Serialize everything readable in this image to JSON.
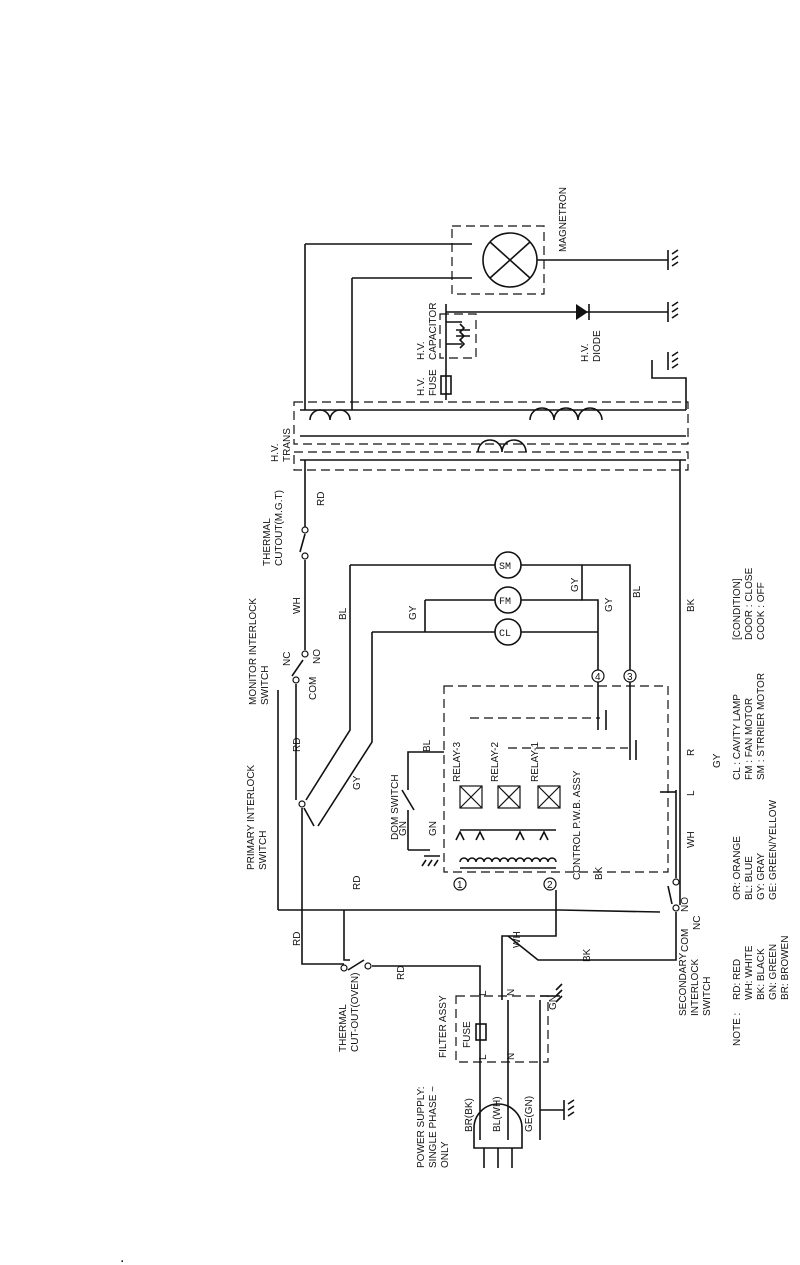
{
  "labels": {
    "magnetron": "MAGNETRON",
    "hv_capacitor": [
      "H.V.",
      "CAPACITOR"
    ],
    "hv_diode": [
      "H.V.",
      "DIODE"
    ],
    "hv_fuse": [
      "H.V.",
      "FUSE"
    ],
    "hv_trans": [
      "H.V.",
      "TRANS"
    ],
    "thermal_cutout_mgt": [
      "THERMAL",
      "CUTOUT(M.G.T)"
    ],
    "monitor_interlock": [
      "MONITOR INTERLOCK",
      "SWITCH"
    ],
    "primary_interlock": [
      "PRIMARY INTERLOCK",
      "SWITCH"
    ],
    "thermal_cutout_oven": [
      "THERMAL",
      "CUT-OUT(OVEN)"
    ],
    "filter_assy": "FILTER ASSY",
    "fuse": "FUSE",
    "power_supply": [
      "POWER SUPPLY:",
      "SINGLE PHASE ~",
      "ONLY"
    ],
    "dom_switch": "DOM SWITCH",
    "control_pwb": "CONTROL P.W.B. ASSY",
    "relay1": "RELAY-1",
    "relay2": "RELAY-2",
    "relay3": "RELAY-3",
    "secondary_interlock": [
      "SECONDARY",
      "INTERLOCK",
      "SWITCH"
    ],
    "motor_cl": "CL",
    "motor_fm": "FM",
    "motor_sm": "SM"
  },
  "wire_tags": {
    "rd": "RD",
    "wh": "WH",
    "bl": "BL",
    "gy": "GY",
    "bk": "BK",
    "gn": "GN",
    "l": "L",
    "n": "N",
    "r": "R",
    "nc": "NC",
    "no": "NO",
    "com": "COM",
    "br_bk": "BR(BK)",
    "bl_wh": "BL(WH)",
    "ge_gn": "GE(GN)"
  },
  "pins": {
    "p1": "1",
    "p2": "2",
    "p3": "3",
    "p4": "4"
  },
  "note": {
    "title": "NOTE :",
    "colors": [
      "RD: RED",
      "WH: WHITE",
      "BK: BLACK",
      "GN: GREEN",
      "BR: BROWEN"
    ],
    "colors2": [
      "OR: ORANGE",
      "BL: BLUE",
      "GY: GRAY",
      "GE: GREEN/YELLOW"
    ],
    "parts": [
      "CL : CAVITY LAMP",
      "FM : FAN MOTOR",
      "SM : STRRIER MOTOR"
    ],
    "condition": [
      "[CONDITION]",
      "DOOR : CLOSE",
      "COOK : OFF"
    ]
  },
  "footer_mark": "."
}
